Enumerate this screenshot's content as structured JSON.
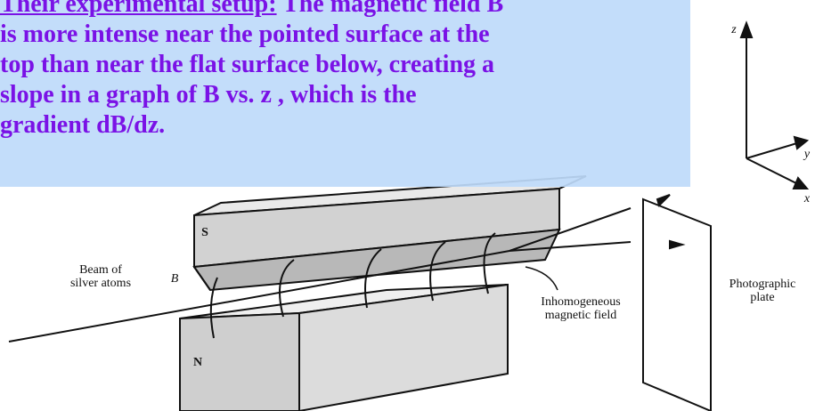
{
  "caption": {
    "title": "Their experimental setup:",
    "lines": [
      "The magnetic field B",
      "is more intense near the pointed surface at the",
      "top than near the flat surface below, creating a",
      "slope in a graph of B vs. z , which is the",
      "gradient dB/dz."
    ]
  },
  "labels": {
    "beam_line1": "Beam of",
    "beam_line2": "silver atoms",
    "b_field": "B",
    "north_pole": "N",
    "south_pole": "S",
    "inhomogeneous_line1": "Inhomogeneous",
    "inhomogeneous_line2": "magnetic field",
    "plate_line1": "Photographic",
    "plate_line2": "plate",
    "axis_z": "z",
    "axis_y": "y",
    "axis_x": "x"
  },
  "colors": {
    "caption_text": "#7a12e6",
    "caption_bg": "#bedafa",
    "line": "#111111"
  }
}
